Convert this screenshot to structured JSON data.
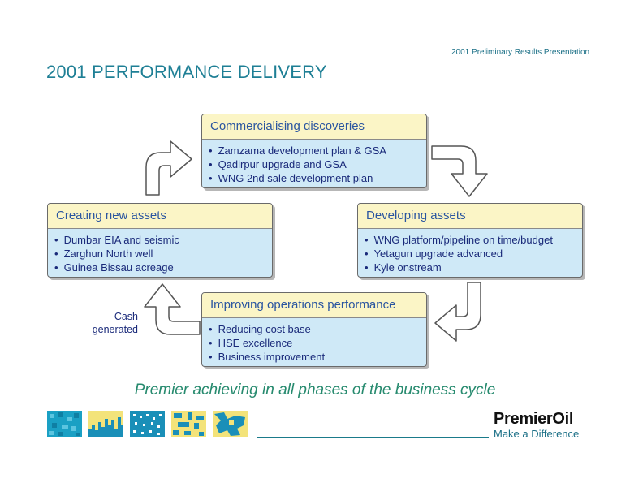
{
  "header": {
    "presentation_label": "2001 Preliminary Results Presentation",
    "title": "2001 PERFORMANCE DELIVERY"
  },
  "cycle": {
    "commercialising": {
      "heading": "Commercialising discoveries",
      "items": [
        "Zamzama development plan & GSA",
        "Qadirpur upgrade and GSA",
        "WNG 2nd sale development plan"
      ]
    },
    "developing": {
      "heading": "Developing assets",
      "items": [
        "WNG platform/pipeline on time/budget",
        "Yetagun upgrade advanced",
        "Kyle onstream"
      ]
    },
    "improving": {
      "heading": "Improving operations performance",
      "items": [
        "Reducing cost base",
        "HSE excellence",
        "Business improvement"
      ]
    },
    "creating": {
      "heading": "Creating new assets",
      "items": [
        "Dumbar EIA and seismic",
        "Zarghun North well",
        "Guinea Bissau acreage"
      ]
    },
    "cash_label_line1": "Cash",
    "cash_label_line2": "generated"
  },
  "tagline": "Premier achieving in all phases of the business cycle",
  "footer": {
    "logo_text": "PremierOil",
    "slogan": "Make a Difference"
  },
  "colors": {
    "title": "#1e7f95",
    "box_header_bg": "#fbf5c6",
    "box_body_bg": "#cfe9f7",
    "bullet_text": "#1a2a7a",
    "tagline": "#268a6e"
  },
  "icons": [
    "curved-arrow-up-right",
    "curved-arrow-down-right",
    "curved-arrow-down-left",
    "curved-arrow-up-left",
    "decorative-tiles"
  ]
}
